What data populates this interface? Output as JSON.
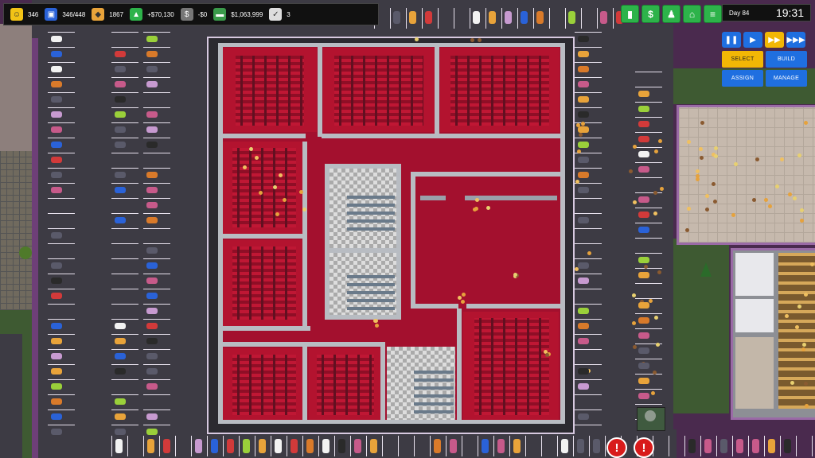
{
  "hud": {
    "happiness": "346",
    "parking": "346/448",
    "tickets": "1867",
    "income": "+$70,130",
    "expenses": "-$0",
    "cash": "$1,063,999",
    "tasks": "3"
  },
  "clock": {
    "day": "Day 84",
    "time": "19:31"
  },
  "management_icons": [
    "bar-chart-icon",
    "dollar-icon",
    "staff-icon",
    "shop-icon",
    "menu-icon"
  ],
  "speed_controls": [
    "pause",
    "play",
    "fast",
    "fastest"
  ],
  "tools": {
    "select": "SELECT",
    "build": "BUILD",
    "assign": "ASSIGN",
    "manage": "MANAGE"
  },
  "colors": {
    "carpet": "#a3102e",
    "parking_lot": "#3d3b44",
    "ui_green": "#2db34a",
    "ui_blue": "#1f6fe0",
    "ui_gold": "#f2b705",
    "alert_red": "#d81b1b"
  },
  "alerts": [
    "!",
    "!"
  ]
}
